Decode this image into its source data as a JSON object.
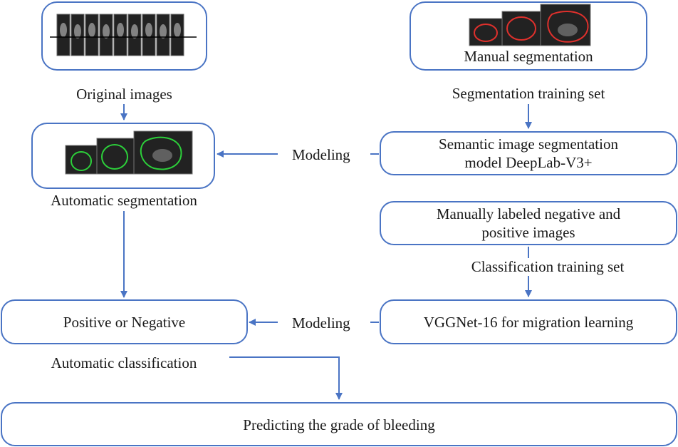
{
  "nodes": {
    "original_caption": "Original images",
    "manual_caption": "Manual segmentation",
    "seg_training_label": "Segmentation training set",
    "semantic_model_line1": "Semantic image segmentation",
    "semantic_model_line2": "model DeepLab-V3+",
    "modeling_top": "Modeling",
    "automatic_seg_caption": "Automatic segmentation",
    "manual_labeled_line1": "Manually labeled negative and",
    "manual_labeled_line2": "positive images",
    "cls_training_label": "Classification training set",
    "positive_negative": "Positive or Negative",
    "modeling_bottom": "Modeling",
    "vggnet": "VGGNet-16 for migration learning",
    "auto_classification_caption": "Automatic classification",
    "predicting": "Predicting the grade of bleeding"
  },
  "colors": {
    "border": "#4a74c4",
    "arrow": "#4a74c4",
    "manual_contour": "#e0302c",
    "auto_contour": "#2ccf3a"
  }
}
